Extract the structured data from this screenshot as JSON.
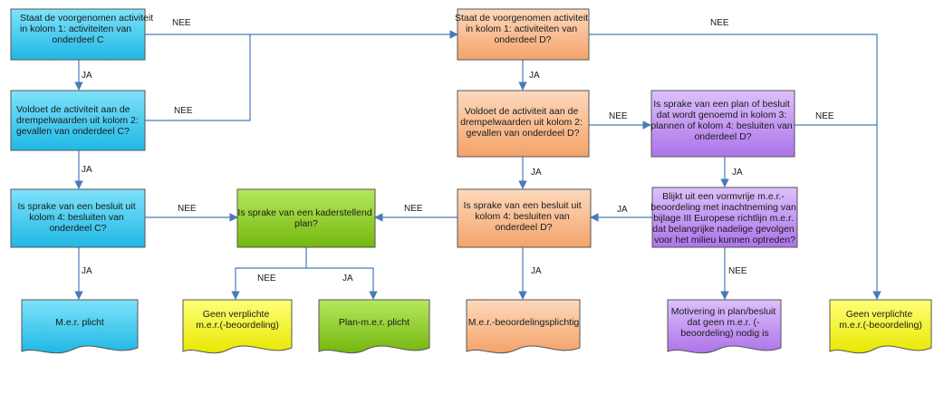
{
  "palette": {
    "blue": "#33c7ec",
    "orange": "#f8b88a",
    "purple": "#bf8ff0",
    "green": "#8ccf1e",
    "yellow": "#f5f500",
    "edge": "#4a7ab8"
  },
  "nodes": {
    "c_staat": [
      "Staat de voorgenomen activiteit",
      "in kolom 1: activiteiten van",
      "onderdeel C"
    ],
    "c_drempel": [
      "Voldoet de activiteit aan de",
      "drempelwaarden uit kolom 2:",
      "gevallen van onderdeel C?"
    ],
    "c_besluit": [
      "Is sprake van een besluit uit",
      "kolom 4: besluiten van",
      "onderdeel C?"
    ],
    "c_mer_plicht": [
      "M.e.r. plicht"
    ],
    "kader": [
      "Is sprake van een kaderstellend",
      "plan?"
    ],
    "geen_verplichte_1": [
      "Geen verplichte",
      "m.e.r.(-beoordeling)"
    ],
    "plan_mer": [
      "Plan-m.e.r. plicht"
    ],
    "d_staat": [
      "Staat de voorgenomen activiteit",
      "in kolom 1: activiteiten van",
      "onderdeel D?"
    ],
    "d_drempel": [
      "Voldoet de activiteit aan de",
      "drempelwaarden uit kolom 2:",
      "gevallen van onderdeel D?"
    ],
    "d_besluit": [
      "Is sprake van een besluit uit",
      "kolom 4: besluiten van",
      "onderdeel D?"
    ],
    "mer_beoordelingsplichtig": [
      "M.e.r.-beoordelingsplichtig"
    ],
    "plan_besluit": [
      "Is sprake van een plan of besluit",
      "dat wordt genoemd in kolom 3:",
      "plannen of kolom 4: besluiten van",
      "onderdeel D?"
    ],
    "vormvrije": [
      "Blijkt uit een vormvrije m.e.r.-",
      "beoordeling met inachtneming van",
      "bijlage III Europese richtlijn m.e.r.",
      "dat belangrijke nadelige gevolgen",
      "voor het milieu kunnen optreden?"
    ],
    "motivering": [
      "Motivering in plan/besluit",
      "dat geen m.e.r. (-",
      "beoordeling) nodig is"
    ],
    "geen_verplichte_2": [
      "Geen verplichte",
      "m.e.r.(-beoordeling)"
    ]
  },
  "edge_labels": {
    "nee_c_staat": "NEE",
    "ja_c_staat": "JA",
    "nee_c_drempel": "NEE",
    "ja_c_drempel": "JA",
    "nee_c_besluit": "NEE",
    "ja_c_besluit": "JA",
    "nee_kader": "NEE",
    "ja_kader": "JA",
    "nee_d_staat": "NEE",
    "ja_d_staat": "JA",
    "nee_d_drempel": "NEE",
    "ja_d_drempel": "JA",
    "nee_d_besluit": "NEE",
    "ja_d_besluit": "JA",
    "nee_plan_besluit": "NEE",
    "ja_plan_besluit": "JA",
    "ja_vormvrije": "JA",
    "nee_vormvrije": "NEE"
  }
}
